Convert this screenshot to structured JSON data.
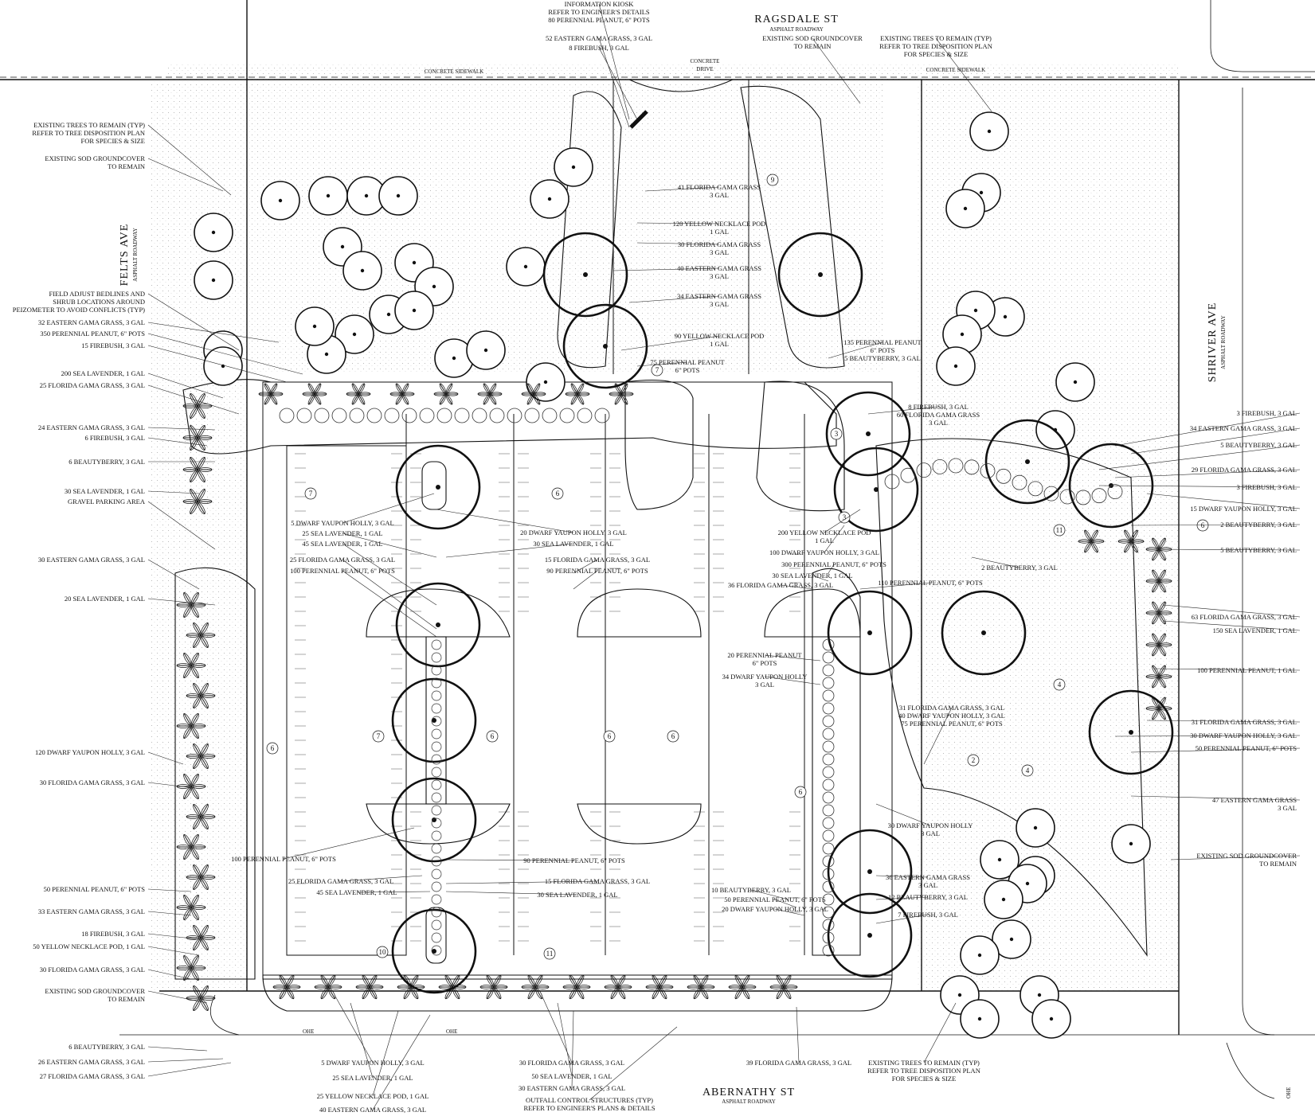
{
  "streets": {
    "north": {
      "name": "RAGSDALE ST",
      "sub": "ASPHALT ROADWAY"
    },
    "south": {
      "name": "ABERNATHY ST",
      "sub": "ASPHALT ROADWAY"
    },
    "west": {
      "name": "FELTS AVE",
      "sub": "ASPHALT ROADWAY"
    },
    "east": {
      "name": "SHRIVER AVE",
      "sub": "ASPHALT ROADWAY"
    }
  },
  "site_labels": {
    "sidewalk_left": "CONCRETE SIDEWALK",
    "sidewalk_right": "CONCRETE SIDEWALK",
    "drive_1": "CONCRETE",
    "drive_2": "DRIVE",
    "ohe_1": "OHE",
    "ohe_2": "OHE",
    "ohe_3": "OHE"
  },
  "zone_numbers": [
    "9",
    "7",
    "7",
    "6",
    "7",
    "6",
    "6",
    "6",
    "6",
    "6",
    "11",
    "10",
    "11",
    "4",
    "4",
    "2",
    "3",
    "3",
    "6"
  ],
  "labels_top": [
    [
      "INFORMATION KIOSK",
      "REFER TO ENGINEER'S DETAILS",
      "80 PERENNIAL PEANUT, 6\" POTS"
    ],
    [
      "52 EASTERN GAMA GRASS, 3 GAL"
    ],
    [
      "8 FIREBUSH, 3 GAL"
    ],
    [
      "EXISTING SOD GROUNDCOVER",
      "TO REMAIN"
    ],
    [
      "EXISTING TREES TO REMAIN (TYP)",
      "REFER TO TREE DISPOSITION PLAN",
      "FOR SPECIES & SIZE"
    ]
  ],
  "labels_left": [
    [
      "EXISTING TREES TO REMAIN (TYP)",
      "REFER TO TREE DISPOSITION PLAN",
      "FOR SPECIES & SIZE"
    ],
    [
      "EXISTING SOD GROUNDCOVER",
      "TO REMAIN"
    ],
    [
      "FIELD ADJUST BEDLINES AND",
      "SHRUB LOCATIONS AROUND",
      "PEIZOMETER TO AVOID CONFLICTS (TYP)"
    ],
    [
      "32 EASTERN GAMA GRASS, 3 GAL"
    ],
    [
      "350 PERENNIAL PEANUT, 6\" POTS"
    ],
    [
      "15 FIREBUSH, 3 GAL"
    ],
    [
      "200 SEA LAVENDER, 1 GAL"
    ],
    [
      "25 FLORIDA GAMA GRASS, 3 GAL"
    ],
    [
      "24 EASTERN GAMA GRASS, 3 GAL"
    ],
    [
      "6 FIREBUSH, 3 GAL"
    ],
    [
      "6 BEAUTYBERRY, 3 GAL"
    ],
    [
      "30 SEA LAVENDER, 1 GAL"
    ],
    [
      "GRAVEL PARKING AREA"
    ],
    [
      "30 EASTERN GAMA GRASS, 3 GAL"
    ],
    [
      "20 SEA LAVENDER, 1 GAL"
    ],
    [
      "120 DWARF YAUPON HOLLY, 3 GAL"
    ],
    [
      "30 FLORIDA GAMA GRASS, 3 GAL"
    ],
    [
      "50 PERENNIAL PEANUT, 6\" POTS"
    ],
    [
      "33 EASTERN GAMA GRASS, 3 GAL"
    ],
    [
      "18 FIREBUSH, 3 GAL"
    ],
    [
      "50 YELLOW NECKLACE POD, 1 GAL"
    ],
    [
      "30 FLORIDA GAMA GRASS, 3 GAL"
    ],
    [
      "EXISTING SOD GROUNDCOVER",
      "TO REMAIN"
    ],
    [
      "6 BEAUTYBERRY, 3 GAL"
    ],
    [
      "26 EASTERN GAMA GRASS, 3 GAL"
    ],
    [
      "27 FLORIDA GAMA GRASS, 3 GAL"
    ]
  ],
  "labels_center": [
    [
      "41 FLORIDA GAMA GRASS",
      "3 GAL"
    ],
    [
      "120 YELLOW NECKLACE POD",
      "1 GAL"
    ],
    [
      "30 FLORIDA GAMA GRASS",
      "3 GAL"
    ],
    [
      "40 EASTERN GAMA GRASS",
      "3 GAL"
    ],
    [
      "34 EASTERN GAMA GRASS",
      "3 GAL"
    ],
    [
      "90 YELLOW NECKLACE POD",
      "1 GAL"
    ],
    [
      "75 PERENNIAL PEANUT",
      "6\" POTS"
    ],
    [
      "135 PERENNIAL PEANUT",
      "6\" POTS",
      "5 BEAUTYBERRY, 3 GAL"
    ],
    [
      "8 FIREBUSH, 3 GAL",
      "60 FLORIDA GAMA GRASS",
      "3 GAL"
    ],
    [
      "5 DWARF YAUPON HOLLY, 3 GAL"
    ],
    [
      "25 SEA LAVENDER, 1 GAL"
    ],
    [
      "45 SEA LAVENDER, 1 GAL"
    ],
    [
      "25 FLORIDA GAMA GRASS, 3 GAL"
    ],
    [
      "100 PERENNIAL PEANUT, 6\" POTS"
    ],
    [
      "20 DWARF YAUPON HOLLY, 3 GAL"
    ],
    [
      "30 SEA LAVENDER, 1 GAL"
    ],
    [
      "15 FLORIDA GAMA GRASS, 3 GAL"
    ],
    [
      "90 PERENNIAL PEANUT, 6\" POTS"
    ],
    [
      "200 YELLOW NECKLACE POD",
      "1 GAL"
    ],
    [
      "100 DWARF YAUPON HOLLY, 3 GAL"
    ],
    [
      "300 PERENNIAL PEANUT, 6\" POTS"
    ],
    [
      "30 SEA LAVENDER, 1 GAL"
    ],
    [
      "36 FLORIDA GAMA GRASS, 3 GAL"
    ],
    [
      "110 PERENNIAL PEANUT, 6\" POTS"
    ],
    [
      "2 BEAUTYBERRY, 3 GAL"
    ],
    [
      "20 PERENNIAL PEANUT",
      "6\" POTS"
    ],
    [
      "34 DWARF YAUPON HOLLY",
      "3 GAL"
    ],
    [
      "31 FLORIDA GAMA GRASS, 3 GAL",
      "40 DWARF YAUPON HOLLY, 3 GAL",
      "75 PERENNIAL PEANUT, 6\" POTS"
    ],
    [
      "30 DWARF YAUPON HOLLY",
      "3 GAL"
    ],
    [
      "100 PERENNIAL PEANUT, 6\" POTS"
    ],
    [
      "25 FLORIDA GAMA GRASS, 3 GAL"
    ],
    [
      "45 SEA LAVENDER, 1 GAL"
    ],
    [
      "90 PERENNIAL PEANUT, 6\" POTS"
    ],
    [
      "15 FLORIDA GAMA GRASS, 3 GAL"
    ],
    [
      "30 SEA LAVENDER, 1 GAL"
    ],
    [
      "10 BEAUTYBERRY, 3 GAL"
    ],
    [
      "50 PERENNIAL PEANUT, 6\" POTS"
    ],
    [
      "20 DWARF YAUPON HOLLY, 3 GAL"
    ],
    [
      "36 EASTERN GAMA GRASS",
      "3 GAL"
    ],
    [
      "12 BEAUTYBERRY, 3 GAL"
    ],
    [
      "7 FIREBUSH, 3 GAL"
    ]
  ],
  "labels_right": [
    [
      "3 FIREBUSH, 3 GAL"
    ],
    [
      "34 EASTERN GAMA GRASS, 3 GAL"
    ],
    [
      "5 BEAUTYBERRY, 3 GAL"
    ],
    [
      "29 FLORIDA GAMA GRASS, 3 GAL"
    ],
    [
      "3 FIREBUSH, 3 GAL"
    ],
    [
      "15 DWARF YAUPON HOLLY, 3 GAL"
    ],
    [
      "2 BEAUTYBERRY, 3 GAL"
    ],
    [
      "5 BEAUTYBERRY, 3 GAL"
    ],
    [
      "63 FLORIDA GAMA GRASS, 3 GAL"
    ],
    [
      "150 SEA LAVENDER, 1 GAL"
    ],
    [
      "100 PERENNIAL PEANUT, 1 GAL"
    ],
    [
      "31 FLORIDA GAMA GRASS, 3 GAL"
    ],
    [
      "30 DWARF YAUPON HOLLY, 3 GAL"
    ],
    [
      "50 PERENNIAL PEANUT, 6\" POTS"
    ],
    [
      "47 EASTERN GAMA GRASS",
      "3 GAL"
    ],
    [
      "EXISTING SOD GROUNDCOVER",
      "TO REMAIN"
    ]
  ],
  "labels_bottom": [
    [
      "5 DWARF YAUPON HOLLY, 3 GAL"
    ],
    [
      "25 SEA LAVENDER, 1 GAL"
    ],
    [
      "25 YELLOW NECKLACE POD, 1 GAL"
    ],
    [
      "40 EASTERN GAMA GRASS, 3 GAL"
    ],
    [
      "30 FLORIDA GAMA GRASS, 3 GAL"
    ],
    [
      "50 SEA LAVENDER, 1 GAL"
    ],
    [
      "30 EASTERN GAMA GRASS, 3 GAL"
    ],
    [
      "OUTFALL CONTROL STRUCTURES (TYP)",
      "REFER TO ENGINEER'S PLANS & DETAILS"
    ],
    [
      "39 FLORIDA GAMA GRASS, 3 GAL"
    ],
    [
      "EXISTING TREES TO REMAIN (TYP)",
      "REFER TO TREE DISPOSITION PLAN",
      "FOR SPECIES & SIZE"
    ]
  ]
}
